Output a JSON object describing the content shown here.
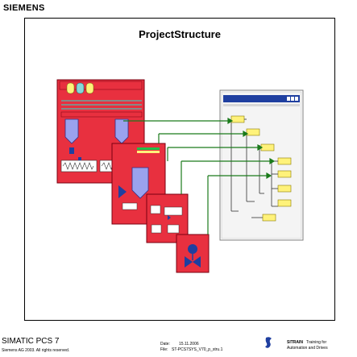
{
  "header": {
    "brand": "SIEMENS"
  },
  "slide": {
    "title": "ProjectStructure"
  },
  "footer": {
    "product": "SIMATIC PCS 7",
    "copyright": "Siemens AG 2003. All rights reserved.",
    "date_label": "Date:",
    "date_value": "15.11.2006",
    "file_label": "File:",
    "file_value": "ST-PCS7SYS_V70_p_stru.1",
    "sitrain": "SITRAIN",
    "training_a": "Training for",
    "training_b": "Automation and Drives"
  },
  "colors": {
    "plant_red": "#e8303f",
    "window_blue": "#1f3fa0",
    "tree_item_fill": "#fff27a",
    "arrow_green": "#1a7a1a",
    "tank_lilac": "#9aa2ee"
  }
}
